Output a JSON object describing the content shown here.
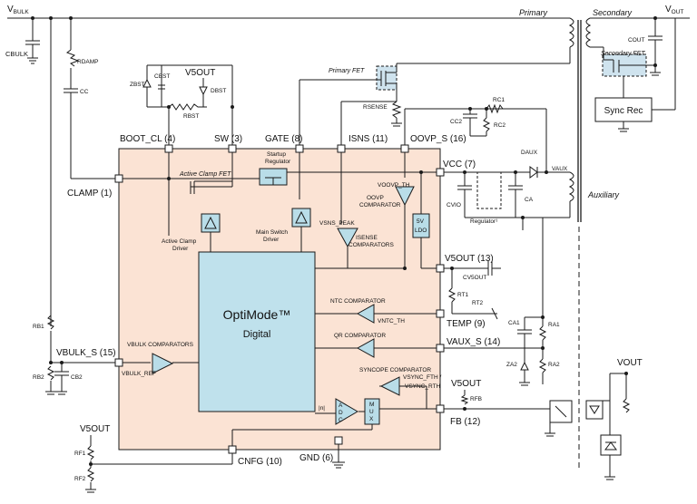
{
  "colors": {
    "ic_fill": "#fbe3d4",
    "block_fill": "#bfe1ec",
    "dash_fill": "#cfe3ee",
    "wire": "#1a1a1a"
  },
  "rails": {
    "vbulk": "V",
    "vbulk_sub": "BULK",
    "vout": "V",
    "vout_sub": "OUT"
  },
  "sections": {
    "primary": "Primary",
    "secondary": "Secondary",
    "auxiliary": "Auxiliary"
  },
  "pins": {
    "boot_cl": "BOOT_CL (4)",
    "sw": "SW (3)",
    "gate": "GATE (8)",
    "isns": "ISNS (11)",
    "oovp_s": "OOVP_S (16)",
    "vcc": "VCC (7)",
    "clamp": "CLAMP (1)",
    "v5out": "V5OUT (13)",
    "temp": "TEMP (9)",
    "vaux_s": "VAUX_S (14)",
    "fb": "FB (12)",
    "vbulk_s": "VBULK_S (15)",
    "cnfg": "CNFG (10)",
    "gnd": "GND (6)"
  },
  "blocks": {
    "core_title": "OptiMode™",
    "core_sub": "Digital",
    "startup_1": "Startup",
    "startup_2": "Regulator",
    "active_clamp_fet": "Active Clamp FET",
    "active_clamp_driver_1": "Active Clamp",
    "active_clamp_driver_2": "Driver",
    "main_switch_driver_1": "Main Switch",
    "main_switch_driver_2": "Driver",
    "oovp_comp_1": "OOVP",
    "oovp_comp_2": "COMPARATOR",
    "isense_comp_1": "ISENSE",
    "isense_comp_2": "COMPARATORS",
    "ldo_1": "5V",
    "ldo_2": "LDO",
    "ntc_comp": "NTC COMPARATOR",
    "qr_comp": "QR COMPARATOR",
    "syncope_comp": "SYNCOPE COMPARATOR",
    "vbulk_comps": "VBULK COMPARATORS",
    "vbulk_ref": "VBULK_REF",
    "adc_a": "A",
    "adc_d": "D",
    "adc_c": "C",
    "mux_m": "M",
    "mux_u": "U",
    "mux_x": "X",
    "abs": "|n|",
    "v_oovp_th": "VOOVP_TH",
    "v_sns_pk": "VSNS_PEAK",
    "v_ntc": "VNTC_TH",
    "v_sync_fth": "VSYNC_FTH /",
    "v_sync_rth": "VSYNC_RTH"
  },
  "components": {
    "c_bulk": "CBULK",
    "r_damp": "RDAMP",
    "c_c": "CC",
    "z_bst": "ZBST",
    "c_bst": "CBST",
    "v5out_top": "V5OUT",
    "d_bst": "DBST",
    "r_bst": "RBST",
    "primary_fet": "Primary FET",
    "r_sense": "RSENSE",
    "r_c1": "RC1",
    "c_c2": "CC2",
    "r_c2": "RC2",
    "d_aux": "DAUX",
    "v_aux": "VAUX",
    "c_vio": "CVIO",
    "c_a": "CA",
    "regulator": "Regulator¹",
    "c_v5out": "CV5OUT",
    "r_t1": "RT1",
    "r_t2": "RT2",
    "c_a1": "CA1",
    "r_a1": "RA1",
    "z_a2": "ZA2",
    "r_a2": "RA2",
    "v5out_fb": "V5OUT",
    "r_fb": "RFB",
    "v_out_right": "VOUT",
    "r_b1": "RB1",
    "r_b2": "RB2",
    "c_b2": "CB2",
    "v5out_left": "V5OUT",
    "r_f1": "RF1",
    "r_f2": "RF2",
    "c_out": "COUT",
    "secondary_fet": "Secondary FET",
    "sync_rec": "Sync Rec"
  }
}
